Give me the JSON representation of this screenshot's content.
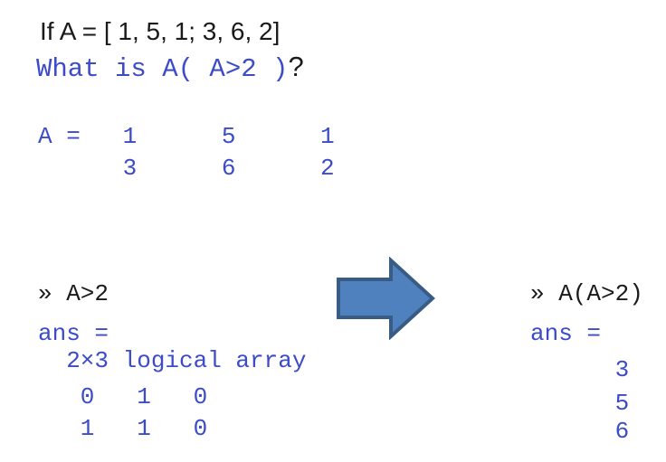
{
  "colors": {
    "blue_text": "#3C4CC8",
    "black_text": "#1A1A1A",
    "arrow_fill": "#4E81BD",
    "arrow_stroke": "#395C85"
  },
  "header": {
    "condition": "If A = [ 1, 5, 1; 3, 6, 2]",
    "question_code": "What is A( A>2 )",
    "question_mark": "?"
  },
  "matrix_output": {
    "row1": "A =   1      5      1",
    "row2": "      3      6      2"
  },
  "left_console": {
    "prompt": "» A>2",
    "ans_label": "ans =",
    "size_line": "  2×3 logical array",
    "row1": "   0   1   0",
    "row2": "   1   1   0"
  },
  "arrow_icon": "right-arrow",
  "right_console": {
    "prompt": "» A(A>2)",
    "ans_label": "ans =",
    "value1": "      3",
    "value2": "      5",
    "value3": "      6"
  }
}
